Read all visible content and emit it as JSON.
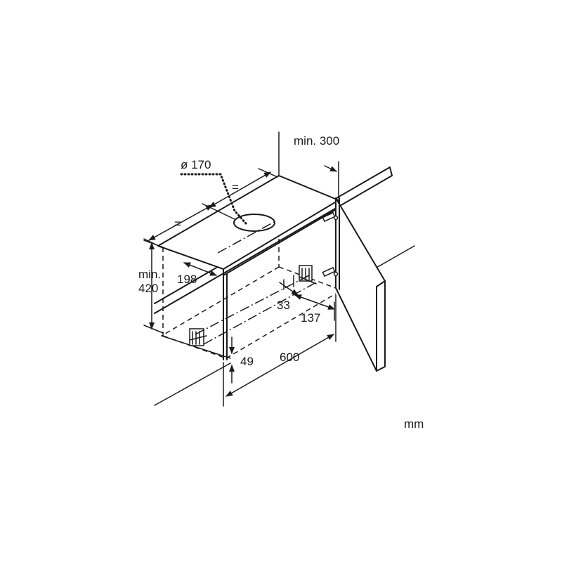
{
  "dimensions": {
    "diameter": "ø 170",
    "equal_left": "=",
    "equal_right": "=",
    "min_height_line1": "min.",
    "min_height_line2": "420",
    "depth_198": "198",
    "offset_33": "33",
    "offset_137": "137",
    "offset_49": "49",
    "width_600": "600",
    "min_300": "min. 300"
  },
  "unit": "mm"
}
